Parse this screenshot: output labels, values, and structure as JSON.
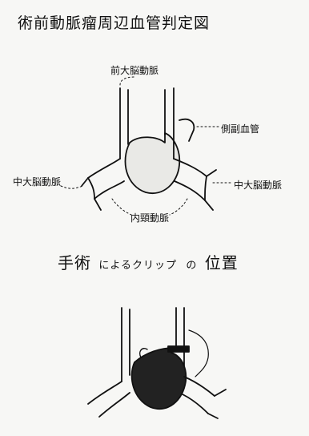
{
  "title": "術前動脈瘤周辺血管判定図",
  "labels": {
    "anterior_cerebral": "前大脳動脈",
    "collateral": "側副血管",
    "middle_cerebral_left": "中大脳動脈",
    "middle_cerebral_right": "中大脳動脈",
    "internal_carotid": "内頸動脈"
  },
  "subtitle": {
    "part1": "手術",
    "part2": "によるクリップ",
    "part3": "の",
    "part4": "位置"
  },
  "colors": {
    "ink": "#111111",
    "aneurysm_fill": "#e9e9e6",
    "clipped_aneurysm_fill": "#222222",
    "paper": "#f7f7f5"
  }
}
